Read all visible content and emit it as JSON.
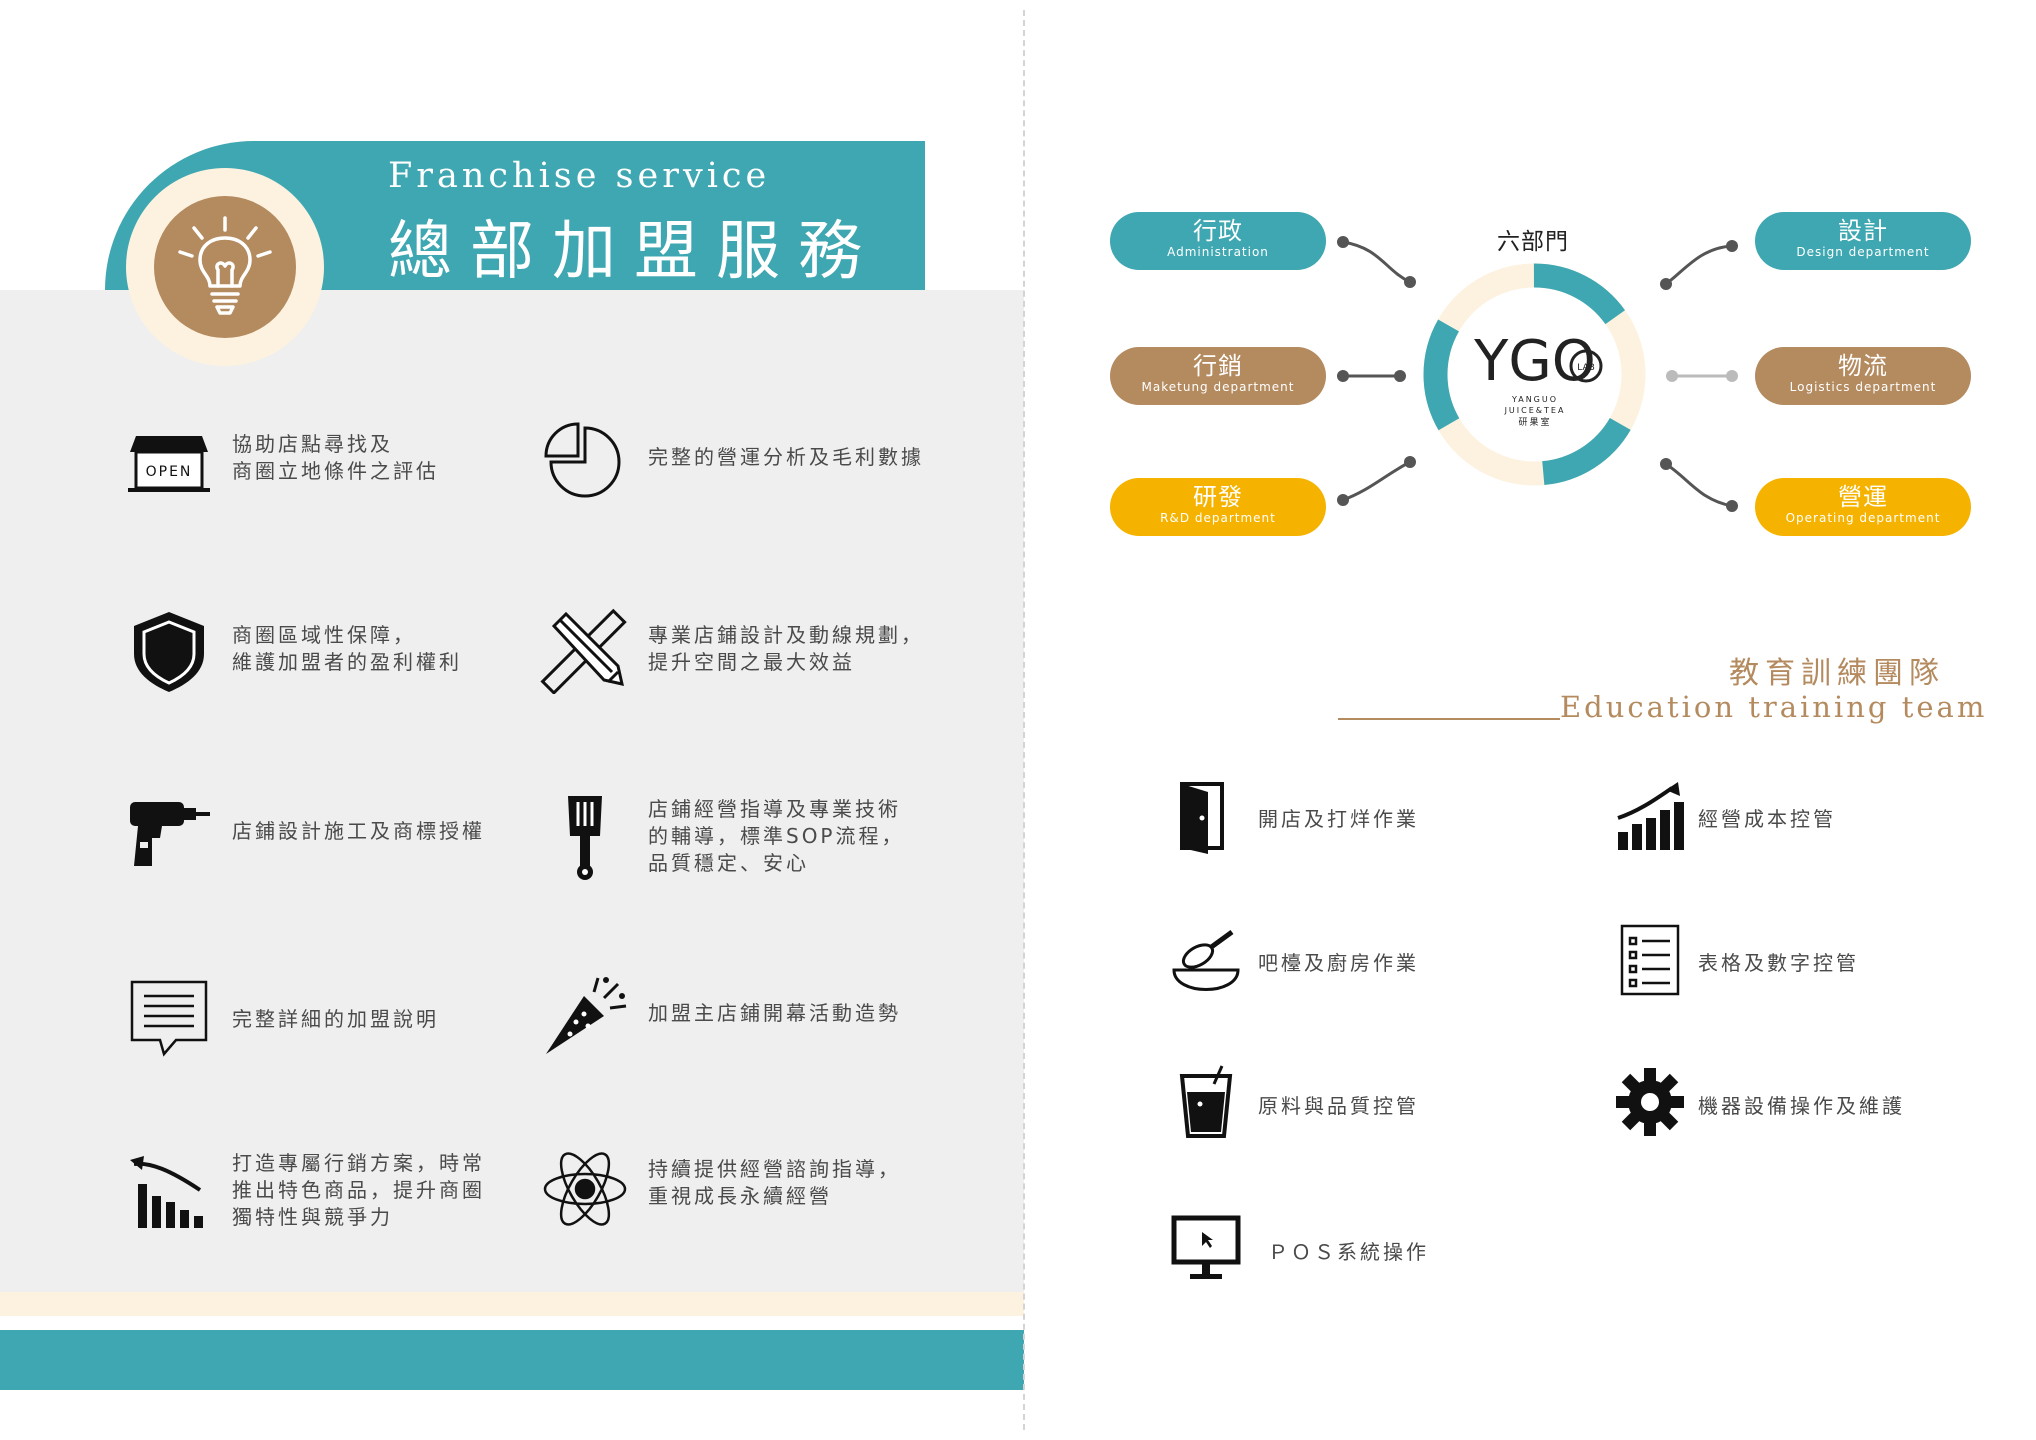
{
  "header": {
    "title_en": "Franchise service",
    "title_zh": "總部加盟服務"
  },
  "services": [
    {
      "icon": "storefront-open-icon",
      "text": "協助店點尋找及\n商圈立地條件之評估"
    },
    {
      "icon": "pie-chart-icon",
      "text": "完整的營運分析及毛利數據"
    },
    {
      "icon": "shield-icon",
      "text": "商圈區域性保障，\n維護加盟者的盈利權利"
    },
    {
      "icon": "ruler-pencil-icon",
      "text": "專業店鋪設計及動線規劃，\n提升空間之最大效益"
    },
    {
      "icon": "power-drill-icon",
      "text": "店鋪設計施工及商標授權"
    },
    {
      "icon": "spatula-icon",
      "text": "店鋪經營指導及專業技術\n的輔導，標準SOP流程，\n品質穩定、安心"
    },
    {
      "icon": "document-speech-icon",
      "text": "完整詳細的加盟說明"
    },
    {
      "icon": "party-popper-icon",
      "text": "加盟主店鋪開幕活動造勢"
    },
    {
      "icon": "growth-chart-icon",
      "text": "打造專屬行銷方案，時常\n推出特色商品，提升商圈\n獨特性與競爭力"
    },
    {
      "icon": "atom-icon",
      "text": "持續提供經營諮詢指導，\n重視成長永續經營"
    }
  ],
  "departments": {
    "center_label": "六部門",
    "logo": {
      "mark": "YGO",
      "badge": "LAB",
      "line1": "YANGUO",
      "line2": "JUICE&TEA",
      "line3": "研果室"
    },
    "items": [
      {
        "zh": "行政",
        "en": "Administration",
        "color": "#3ea7b1"
      },
      {
        "zh": "行銷",
        "en": "Maketung department",
        "color": "#b48a5f"
      },
      {
        "zh": "研發",
        "en": "R&D department",
        "color": "#f5b300"
      },
      {
        "zh": "設計",
        "en": "Design department",
        "color": "#3ea7b1"
      },
      {
        "zh": "物流",
        "en": "Logistics department",
        "color": "#b48a5f"
      },
      {
        "zh": "營運",
        "en": "Operating department",
        "color": "#f5b300"
      }
    ]
  },
  "education": {
    "title_zh": "教育訓練團隊",
    "title_en": "Education training team",
    "items": [
      {
        "icon": "open-door-icon",
        "text": "開店及打烊作業"
      },
      {
        "icon": "rising-bar-chart-icon",
        "text": "經營成本控管"
      },
      {
        "icon": "whisk-bowl-icon",
        "text": "吧檯及廚房作業"
      },
      {
        "icon": "checklist-icon",
        "text": "表格及數字控管"
      },
      {
        "icon": "drink-cup-icon",
        "text": "原料與品質控管"
      },
      {
        "icon": "gear-icon",
        "text": "機器設備操作及維護"
      },
      {
        "icon": "monitor-icon",
        "text": "ＰＯＳ系統操作"
      }
    ]
  },
  "colors": {
    "teal": "#3ea7b1",
    "brown": "#b48a5f",
    "yellow": "#f5b300",
    "cream": "#fdf2df"
  }
}
